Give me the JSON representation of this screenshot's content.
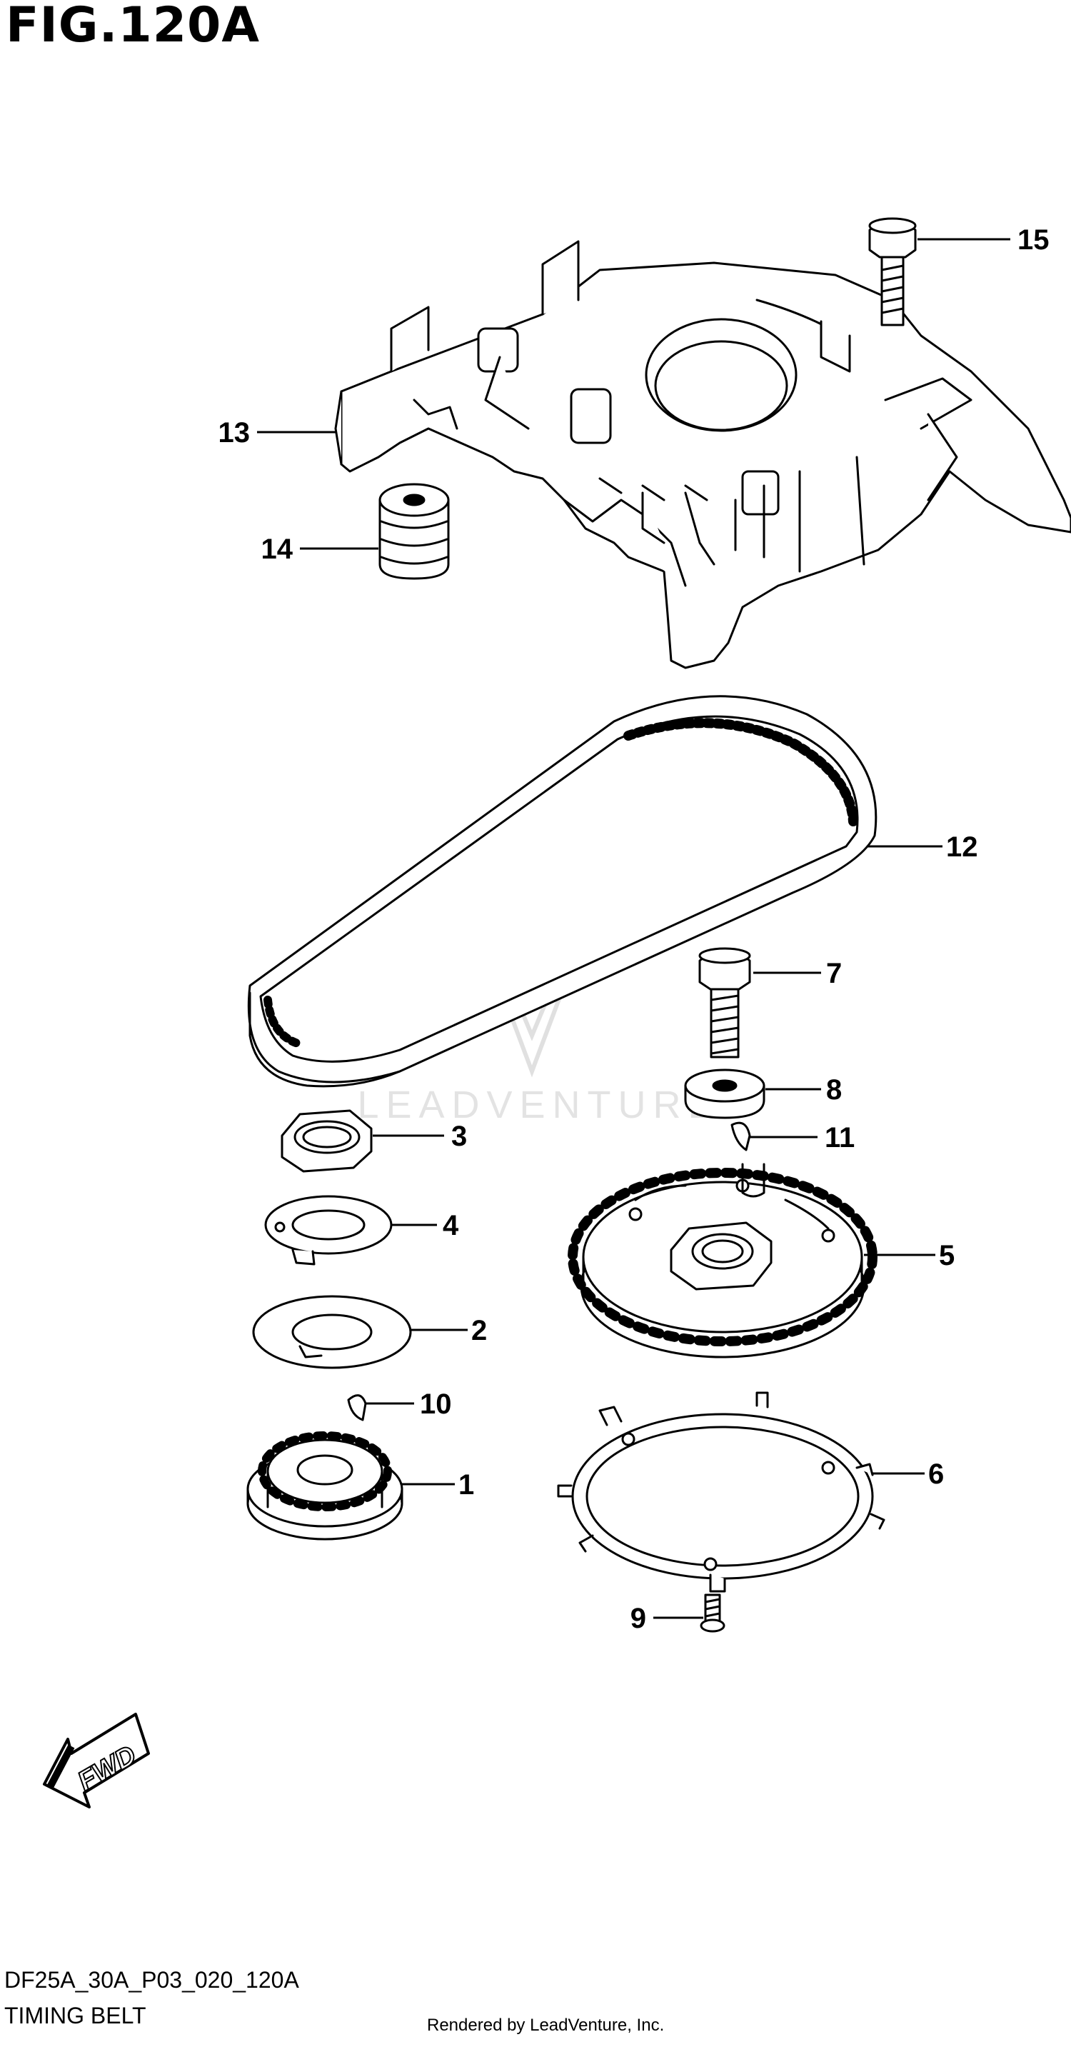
{
  "figure": {
    "title": "FIG.120A",
    "code": "DF25A_30A_P03_020_120A",
    "caption": "TIMING BELT",
    "credit": "Rendered by LeadVenture, Inc.",
    "watermark": "LEADVENTURE",
    "direction_label": "FWD"
  },
  "callouts": [
    {
      "id": "15",
      "text": "15"
    },
    {
      "id": "13",
      "text": "13"
    },
    {
      "id": "14",
      "text": "14"
    },
    {
      "id": "12",
      "text": "12"
    },
    {
      "id": "7",
      "text": "7"
    },
    {
      "id": "8",
      "text": "8"
    },
    {
      "id": "11",
      "text": "11"
    },
    {
      "id": "3",
      "text": "3"
    },
    {
      "id": "4",
      "text": "4"
    },
    {
      "id": "5",
      "text": "5"
    },
    {
      "id": "2",
      "text": "2"
    },
    {
      "id": "10",
      "text": "10"
    },
    {
      "id": "1",
      "text": "1"
    },
    {
      "id": "6",
      "text": "6"
    },
    {
      "id": "9",
      "text": "9"
    }
  ],
  "icons": {
    "fwd_arrow": "fwd-arrow-icon",
    "watermark_logo": "leadventure-logo-icon"
  }
}
